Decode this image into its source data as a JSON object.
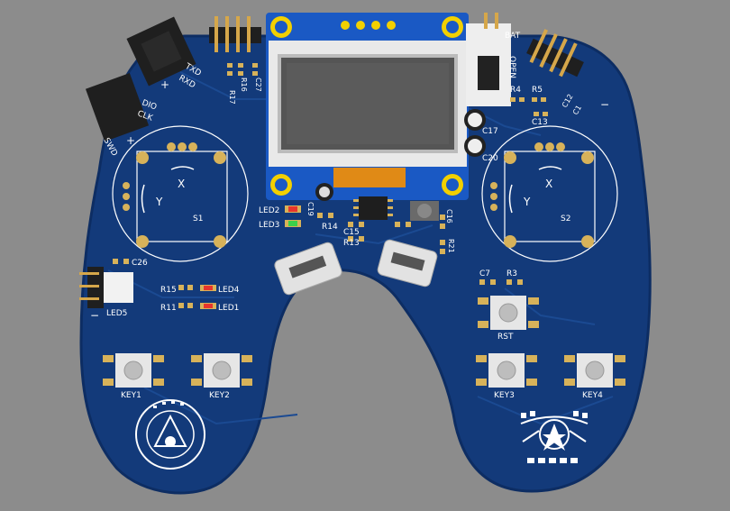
{
  "colors": {
    "background": "#8c8c8c",
    "board": "#133a7a",
    "board_edge": "#0d2d63",
    "silkscreen": "#ffffff",
    "pad": "#d7b25a",
    "header_black": "#1f1f1f",
    "pin_gold": "#d6a74a",
    "oled_blue": "#1a59c4",
    "led_red": "#e8352c",
    "led_green": "#3bd14a",
    "ribbon": "#e08a16"
  },
  "labels": {
    "led2": "LED2",
    "led3": "LED3",
    "led4": "LED4",
    "led1": "LED1",
    "led5": "LED5",
    "r15": "R15",
    "r11": "R11",
    "c26": "C26",
    "c19": "C19",
    "r14": "R14",
    "c15": "C15",
    "r13": "R13",
    "c16": "C16",
    "r21": "R21",
    "c7": "C7",
    "r3": "R3",
    "rst": "RST",
    "r17": "R17",
    "r16": "R16",
    "c27": "C27",
    "c17": "C17",
    "c20": "C20",
    "r4": "R4",
    "r5": "R5",
    "c13": "C13",
    "c12": "C12",
    "c1": "C1",
    "s1": "S1",
    "s2": "S2",
    "joy_x": "X",
    "joy_y": "Y",
    "key1": "KEY1",
    "key2": "KEY2",
    "key3": "KEY3",
    "key4": "KEY4",
    "txd": "TXD",
    "rxd": "RXD",
    "dio": "DIO",
    "clk": "CLK",
    "swd": "SWD",
    "bat": "BAT",
    "open": "OPEN",
    "plus": "+",
    "minus": "−"
  }
}
